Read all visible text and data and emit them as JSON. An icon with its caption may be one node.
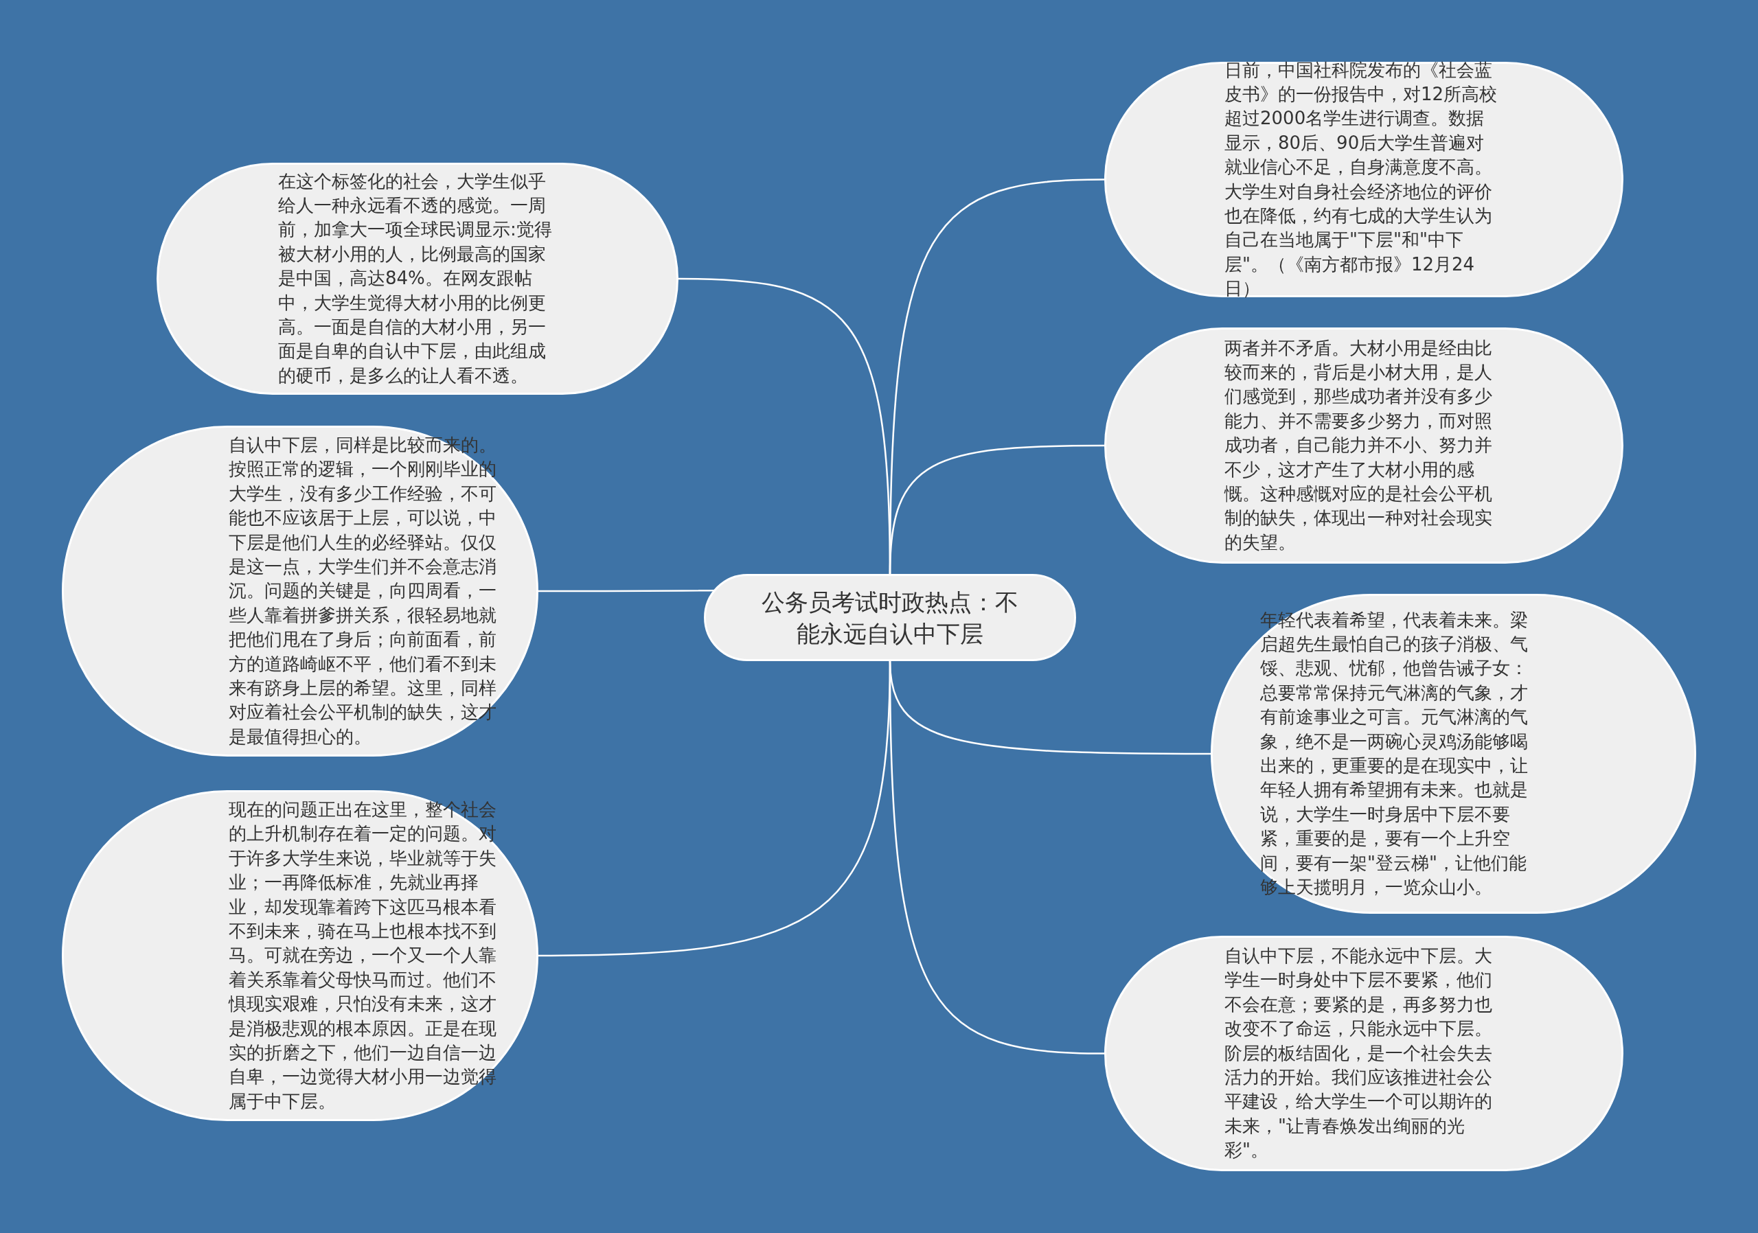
{
  "diagram": {
    "nodes": [
      {
        "text": [
          "公务员考试时政热点：不能永远自认中下层"
        ]
      },
      {
        "text": [
          "在这个标签化的社会，大学生似乎给人一种永远看不透的感觉。一周前，加拿大一项全球民调显示:觉得被大材小用的人，比例最高的国家是中国，高达84%。在网友跟帖中，大学生觉得大材小用的比例更高。一面是自信的大材小用，另一面是自卑的自认中下层，由此组成的硬币，是多么的让人看不透。"
        ]
      },
      {
        "text": [
          "自认中下层，同样是比较而来的。按照正常的逻辑，一个刚刚毕业的大学生，没有多少工作经验，不可能也不应该居于上层，可以说，中下层是他们人生的必经驿站。仅仅是这一点，大学生们并不会意志消沉。问题的关键是，向四周看，一些人靠着拼爹拼关系，很轻易地就把他们甩在了身后；向前面看，前方的道路崎岖不平，他们看不到未来有跻身上层的希望。这里，同样对应着社会公平机制的缺失，这才是最值得担心的。"
        ]
      },
      {
        "text": [
          "现在的问题正出在这里，整个社会的上升机制存在着一定的问题。对于许多大学生来说，毕业就等于失业；一再降低标准，先就业再择业，却发现靠着跨下这匹马根本看不到未来，骑在马上也根本找不到马。可就在旁边，一个又一个人靠着关系靠着父母快马而过。他们不惧现实艰难，只怕没有未来，这才是消极悲观的根本原因。正是在现实的折磨之下，他们一边自信一边自卑，一边觉得大材小用一边觉得属于中下层。"
        ]
      },
      {
        "text": [
          "日前，中国社科院发布的《社会蓝皮书》的一份报告中，对12所高校超过2000名学生进行调查。数据显示，80后、90后大学生普遍对就业信心不足，自身满意度不高。大学生对自身社会经济地位的评价也在降低，约有七成的大学生认为自己在当地属于\"下层\"和\"中下层\"。（《南方都市报》12月24日）"
        ]
      },
      {
        "text": [
          "两者并不矛盾。大材小用是经由比较而来的，背后是小材大用，是人们感觉到，那些成功者并没有多少能力、并不需要多少努力，而对照成功者，自己能力并不小、努力并不少，这才产生了大材小用的感慨。这种感慨对应的是社会公平机制的缺失，体现出一种对社会现实的失望。"
        ]
      },
      {
        "text": [
          "年轻代表着希望，代表着未来。梁启超先生最怕自己的孩子消极、气馁、悲观、忧郁，他曾告诫子女：总要常常保持元气淋漓的气象，才有前途事业之可言。元气淋漓的气象，绝不是一两碗心灵鸡汤能够喝出来的，更重要的是在现实中，让年轻人拥有希望拥有未来。也就是说，大学生一时身居中下层不要紧，重要的是，要有一个上升空间，要有一架\"登云梯\"，让他们能够上天揽明月，一览众山小。"
        ]
      },
      {
        "text": [
          "自认中下层，不能永远中下层。大学生一时身处中下层不要紧，他们不会在意；要紧的是，再多努力也改变不了命运，只能永远中下层。阶层的板结固化，是一个社会失去活力的开始。我们应该推进社会公平建设，给大学生一个可以期许的未来，\"让青春焕发出绚丽的光彩\"。"
        ]
      }
    ],
    "edges": [
      {
        "from": 0,
        "to": 1,
        "arrow": "none"
      },
      {
        "from": 0,
        "to": 2,
        "arrow": "none"
      },
      {
        "from": 0,
        "to": 3,
        "arrow": "none"
      },
      {
        "from": 0,
        "to": 4,
        "arrow": "none"
      },
      {
        "from": 0,
        "to": 5,
        "arrow": "none"
      },
      {
        "from": 0,
        "to": 6,
        "arrow": "none"
      },
      {
        "from": 0,
        "to": 7,
        "arrow": "none"
      }
    ]
  }
}
